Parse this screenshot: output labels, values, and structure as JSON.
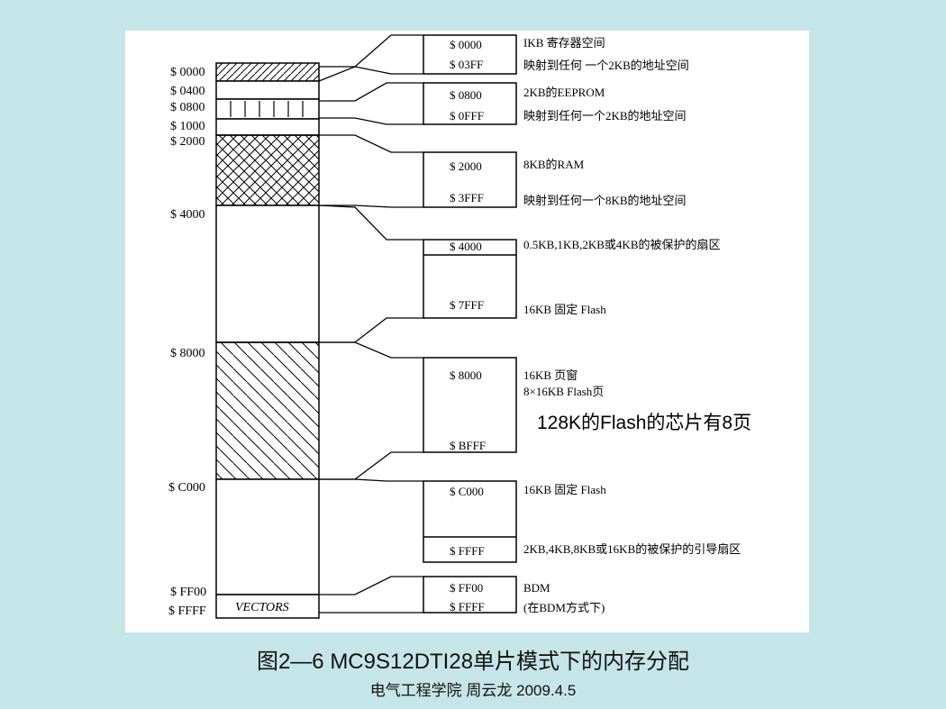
{
  "left_addresses": [
    "$ 0000",
    "$ 0400",
    "$ 0800",
    "$ 1000",
    "$ 2000",
    "$ 4000",
    "$ 8000",
    "$ C000",
    "$ FF00",
    "$ FFFF"
  ],
  "vectors_label": "VECTORS",
  "blocks": [
    {
      "start": "$ 0000",
      "end": "$ 03FF",
      "desc_top": "IKB 寄存器空间",
      "desc_bottom": "映射到任何 一个2KB的地址空间"
    },
    {
      "start": "$ 0800",
      "end": "$ 0FFF",
      "desc_top": "2KB的EEPROM",
      "desc_bottom": "映射到任何一个2KB的地址空间"
    },
    {
      "start": "$ 2000",
      "end": "$ 3FFF",
      "desc_top": "8KB的RAM",
      "desc_bottom": "映射到任何一个8KB的地址空间"
    },
    {
      "start": "$ 4000",
      "end": "$ 7FFF",
      "desc_top": "0.5KB,1KB,2KB或4KB的被保护的扇区",
      "desc_bottom": "16KB 固定 Flash"
    },
    {
      "start": "$ 8000",
      "end": "$ BFFF",
      "desc_top": "16KB 页窗",
      "desc_top2": "8×16KB Flash页"
    },
    {
      "start": "$ C000",
      "end": "$ FFFF",
      "desc_top": "16KB 固定 Flash",
      "desc_bottom": "2KB,4KB,8KB或16KB的被保护的引导扇区"
    },
    {
      "start": "$ FF00",
      "end": "$ FFFF",
      "desc_top": "BDM",
      "desc_bottom": "(在BDM方式下)"
    }
  ],
  "annotation": "128K的Flash的芯片有8页",
  "caption": "图2—6  MC9S12DTI28单片模式下的内存分配",
  "footer": "电气工程学院 周云龙 2009.4.5"
}
